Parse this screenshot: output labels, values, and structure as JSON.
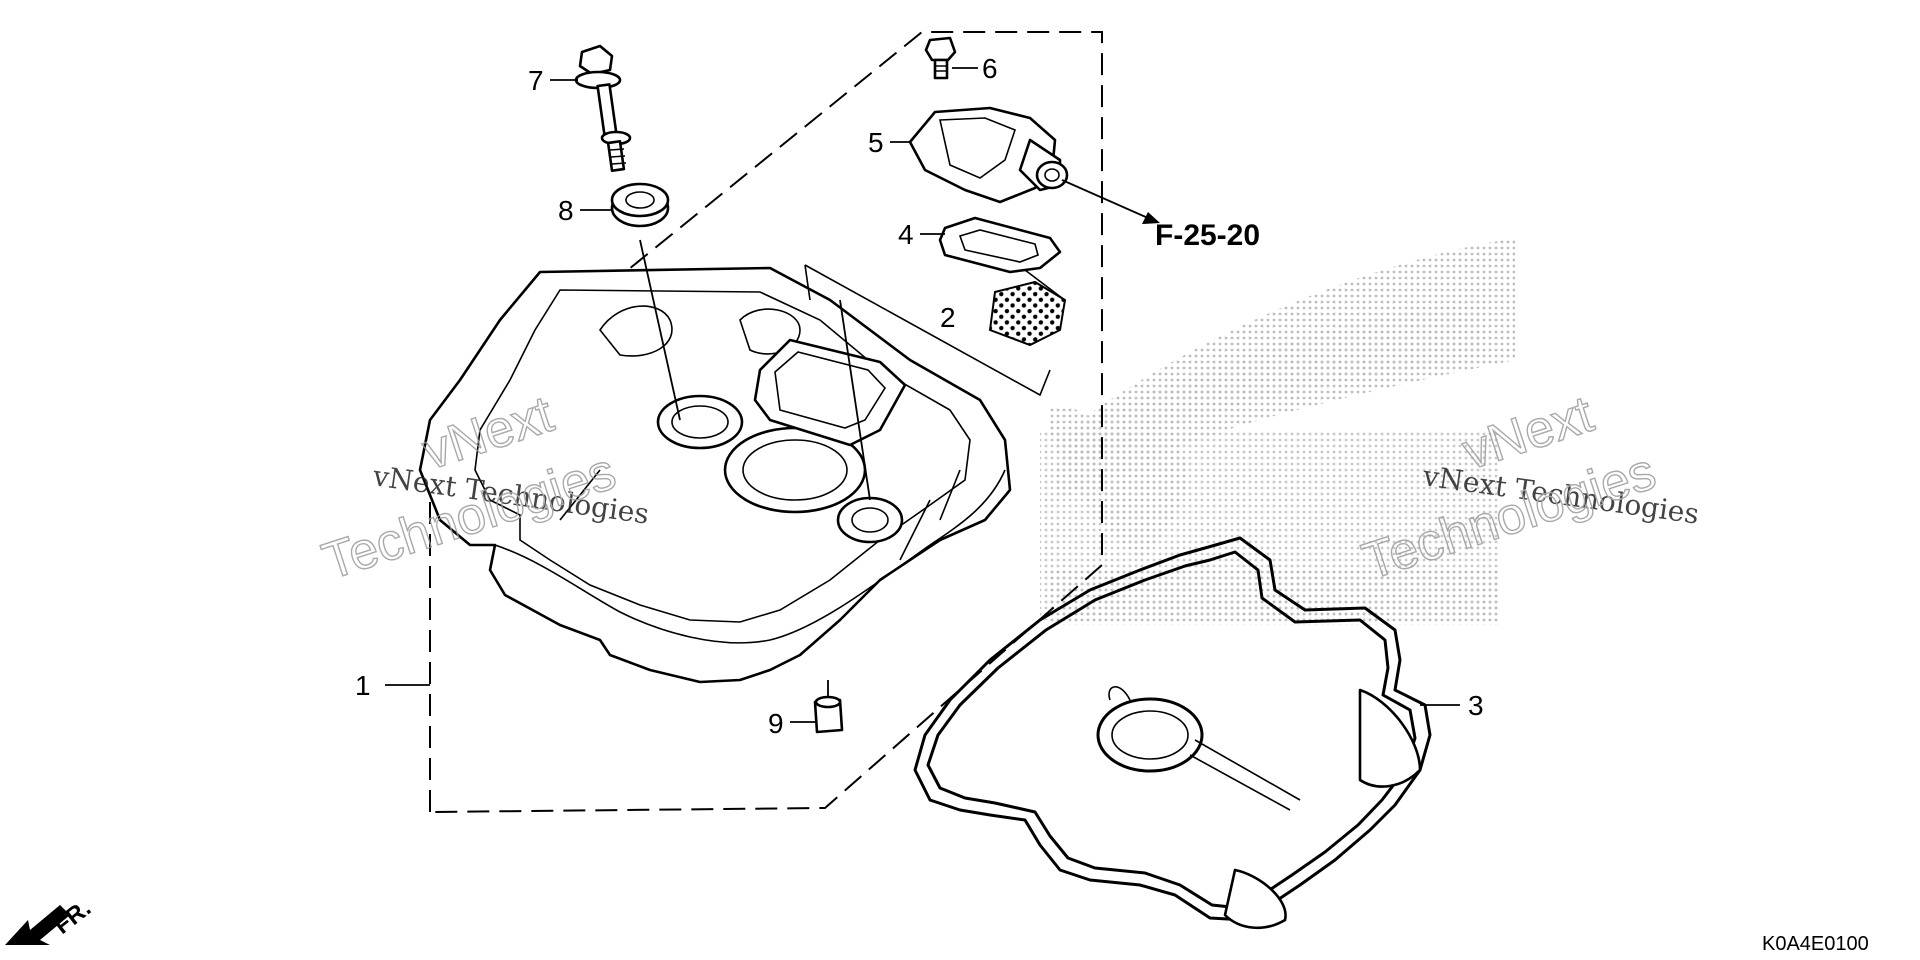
{
  "callouts": {
    "c1": "1",
    "c2": "2",
    "c3": "3",
    "c4": "4",
    "c5": "5",
    "c6": "6",
    "c7": "7",
    "c8": "8",
    "c9": "9"
  },
  "reference": "F-25-20",
  "direction_label": "FR.",
  "diagram_code": "K0A4E0100",
  "watermark": {
    "serif_text": "vNext Technologies",
    "outline_line1": "vNext",
    "outline_line2": "Technologies"
  },
  "colors": {
    "ink": "#000000",
    "watermark_dots": "#c8c8c8",
    "background": "#ffffff"
  }
}
